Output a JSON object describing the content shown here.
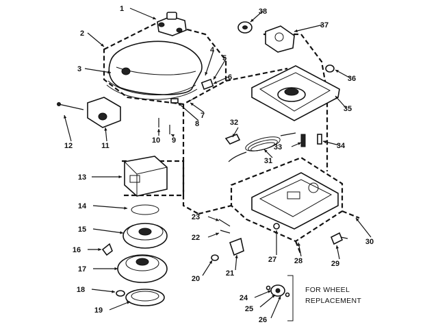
{
  "callouts": [
    {
      "id": "1",
      "name": "part-1"
    },
    {
      "id": "2",
      "name": "part-2"
    },
    {
      "id": "3",
      "name": "part-3"
    },
    {
      "id": "4",
      "name": "part-4"
    },
    {
      "id": "5",
      "name": "part-5"
    },
    {
      "id": "6",
      "name": "part-6"
    },
    {
      "id": "7",
      "name": "part-7"
    },
    {
      "id": "8",
      "name": "part-8"
    },
    {
      "id": "9",
      "name": "part-9"
    },
    {
      "id": "10",
      "name": "part-10"
    },
    {
      "id": "11",
      "name": "part-11"
    },
    {
      "id": "12",
      "name": "part-12"
    },
    {
      "id": "13",
      "name": "part-13"
    },
    {
      "id": "14",
      "name": "part-14"
    },
    {
      "id": "15",
      "name": "part-15"
    },
    {
      "id": "16",
      "name": "part-16"
    },
    {
      "id": "17",
      "name": "part-17"
    },
    {
      "id": "18",
      "name": "part-18"
    },
    {
      "id": "19",
      "name": "part-19"
    },
    {
      "id": "20",
      "name": "part-20"
    },
    {
      "id": "21",
      "name": "part-21"
    },
    {
      "id": "22",
      "name": "part-22"
    },
    {
      "id": "23",
      "name": "part-23"
    },
    {
      "id": "24",
      "name": "part-24"
    },
    {
      "id": "25",
      "name": "part-25"
    },
    {
      "id": "26",
      "name": "part-26"
    },
    {
      "id": "27",
      "name": "part-27"
    },
    {
      "id": "28",
      "name": "part-28"
    },
    {
      "id": "29",
      "name": "part-29"
    },
    {
      "id": "30",
      "name": "part-30"
    },
    {
      "id": "31",
      "name": "part-31"
    },
    {
      "id": "32",
      "name": "part-32"
    },
    {
      "id": "33",
      "name": "part-33"
    },
    {
      "id": "34",
      "name": "part-34"
    },
    {
      "id": "35",
      "name": "part-35"
    },
    {
      "id": "36",
      "name": "part-36"
    },
    {
      "id": "37",
      "name": "part-37"
    },
    {
      "id": "38",
      "name": "part-38"
    }
  ],
  "note": {
    "line1": "FOR WHEEL",
    "line2": "REPLACEMENT"
  }
}
